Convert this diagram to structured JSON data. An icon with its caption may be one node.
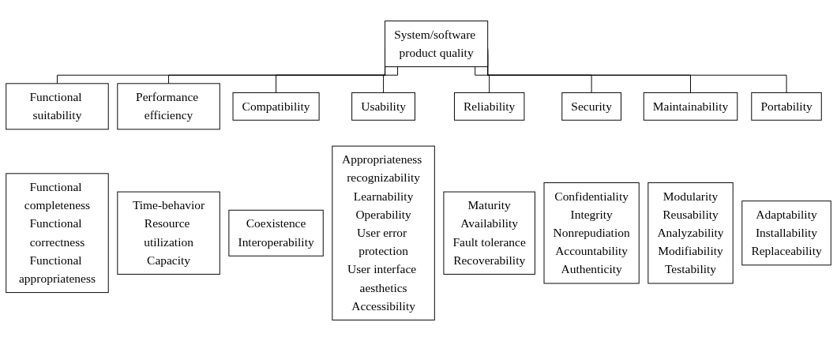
{
  "diagram": {
    "nodes": [
      {
        "text": [
          "System/software product quality"
        ]
      },
      {
        "text": [
          "Functional suitability"
        ]
      },
      {
        "text": [
          "Performance efficiency"
        ]
      },
      {
        "text": [
          "Compatibility"
        ]
      },
      {
        "text": [
          "Usability"
        ]
      },
      {
        "text": [
          "Reliability"
        ]
      },
      {
        "text": [
          "Security"
        ]
      },
      {
        "text": [
          "Maintainability"
        ]
      },
      {
        "text": [
          "Portability"
        ]
      },
      {
        "text": [
          "Functional completeness",
          "Functional correctness",
          "Functional appropriateness"
        ]
      },
      {
        "text": [
          "Time-behavior",
          "Resource utilization",
          "Capacity"
        ]
      },
      {
        "text": [
          "Coexistence",
          "Interoperability"
        ]
      },
      {
        "text": [
          "Appropriateness recognizability",
          "Learnability",
          "Operability",
          "User error protection",
          "User interface aesthetics",
          "Accessibility"
        ]
      },
      {
        "text": [
          "Maturity",
          "Availability",
          "Fault tolerance",
          "Recoverability"
        ]
      },
      {
        "text": [
          "Confidentiality",
          "Integrity",
          "Nonrepudiation",
          "Accountability",
          "Authenticity"
        ]
      },
      {
        "text": [
          "Modularity",
          "Reusability",
          "Analyzability",
          "Modifiability",
          "Testability"
        ]
      },
      {
        "text": [
          "Adaptability",
          "Installability",
          "Replaceability"
        ]
      }
    ],
    "edges": [
      {
        "from": 0,
        "to": 1,
        "arrow": "none"
      },
      {
        "from": 0,
        "to": 2,
        "arrow": "none"
      },
      {
        "from": 0,
        "to": 3,
        "arrow": "none"
      },
      {
        "from": 0,
        "to": 4,
        "arrow": "none"
      },
      {
        "from": 0,
        "to": 5,
        "arrow": "none"
      },
      {
        "from": 0,
        "to": 6,
        "arrow": "none"
      },
      {
        "from": 0,
        "to": 7,
        "arrow": "none"
      },
      {
        "from": 0,
        "to": 8,
        "arrow": "none"
      }
    ]
  }
}
